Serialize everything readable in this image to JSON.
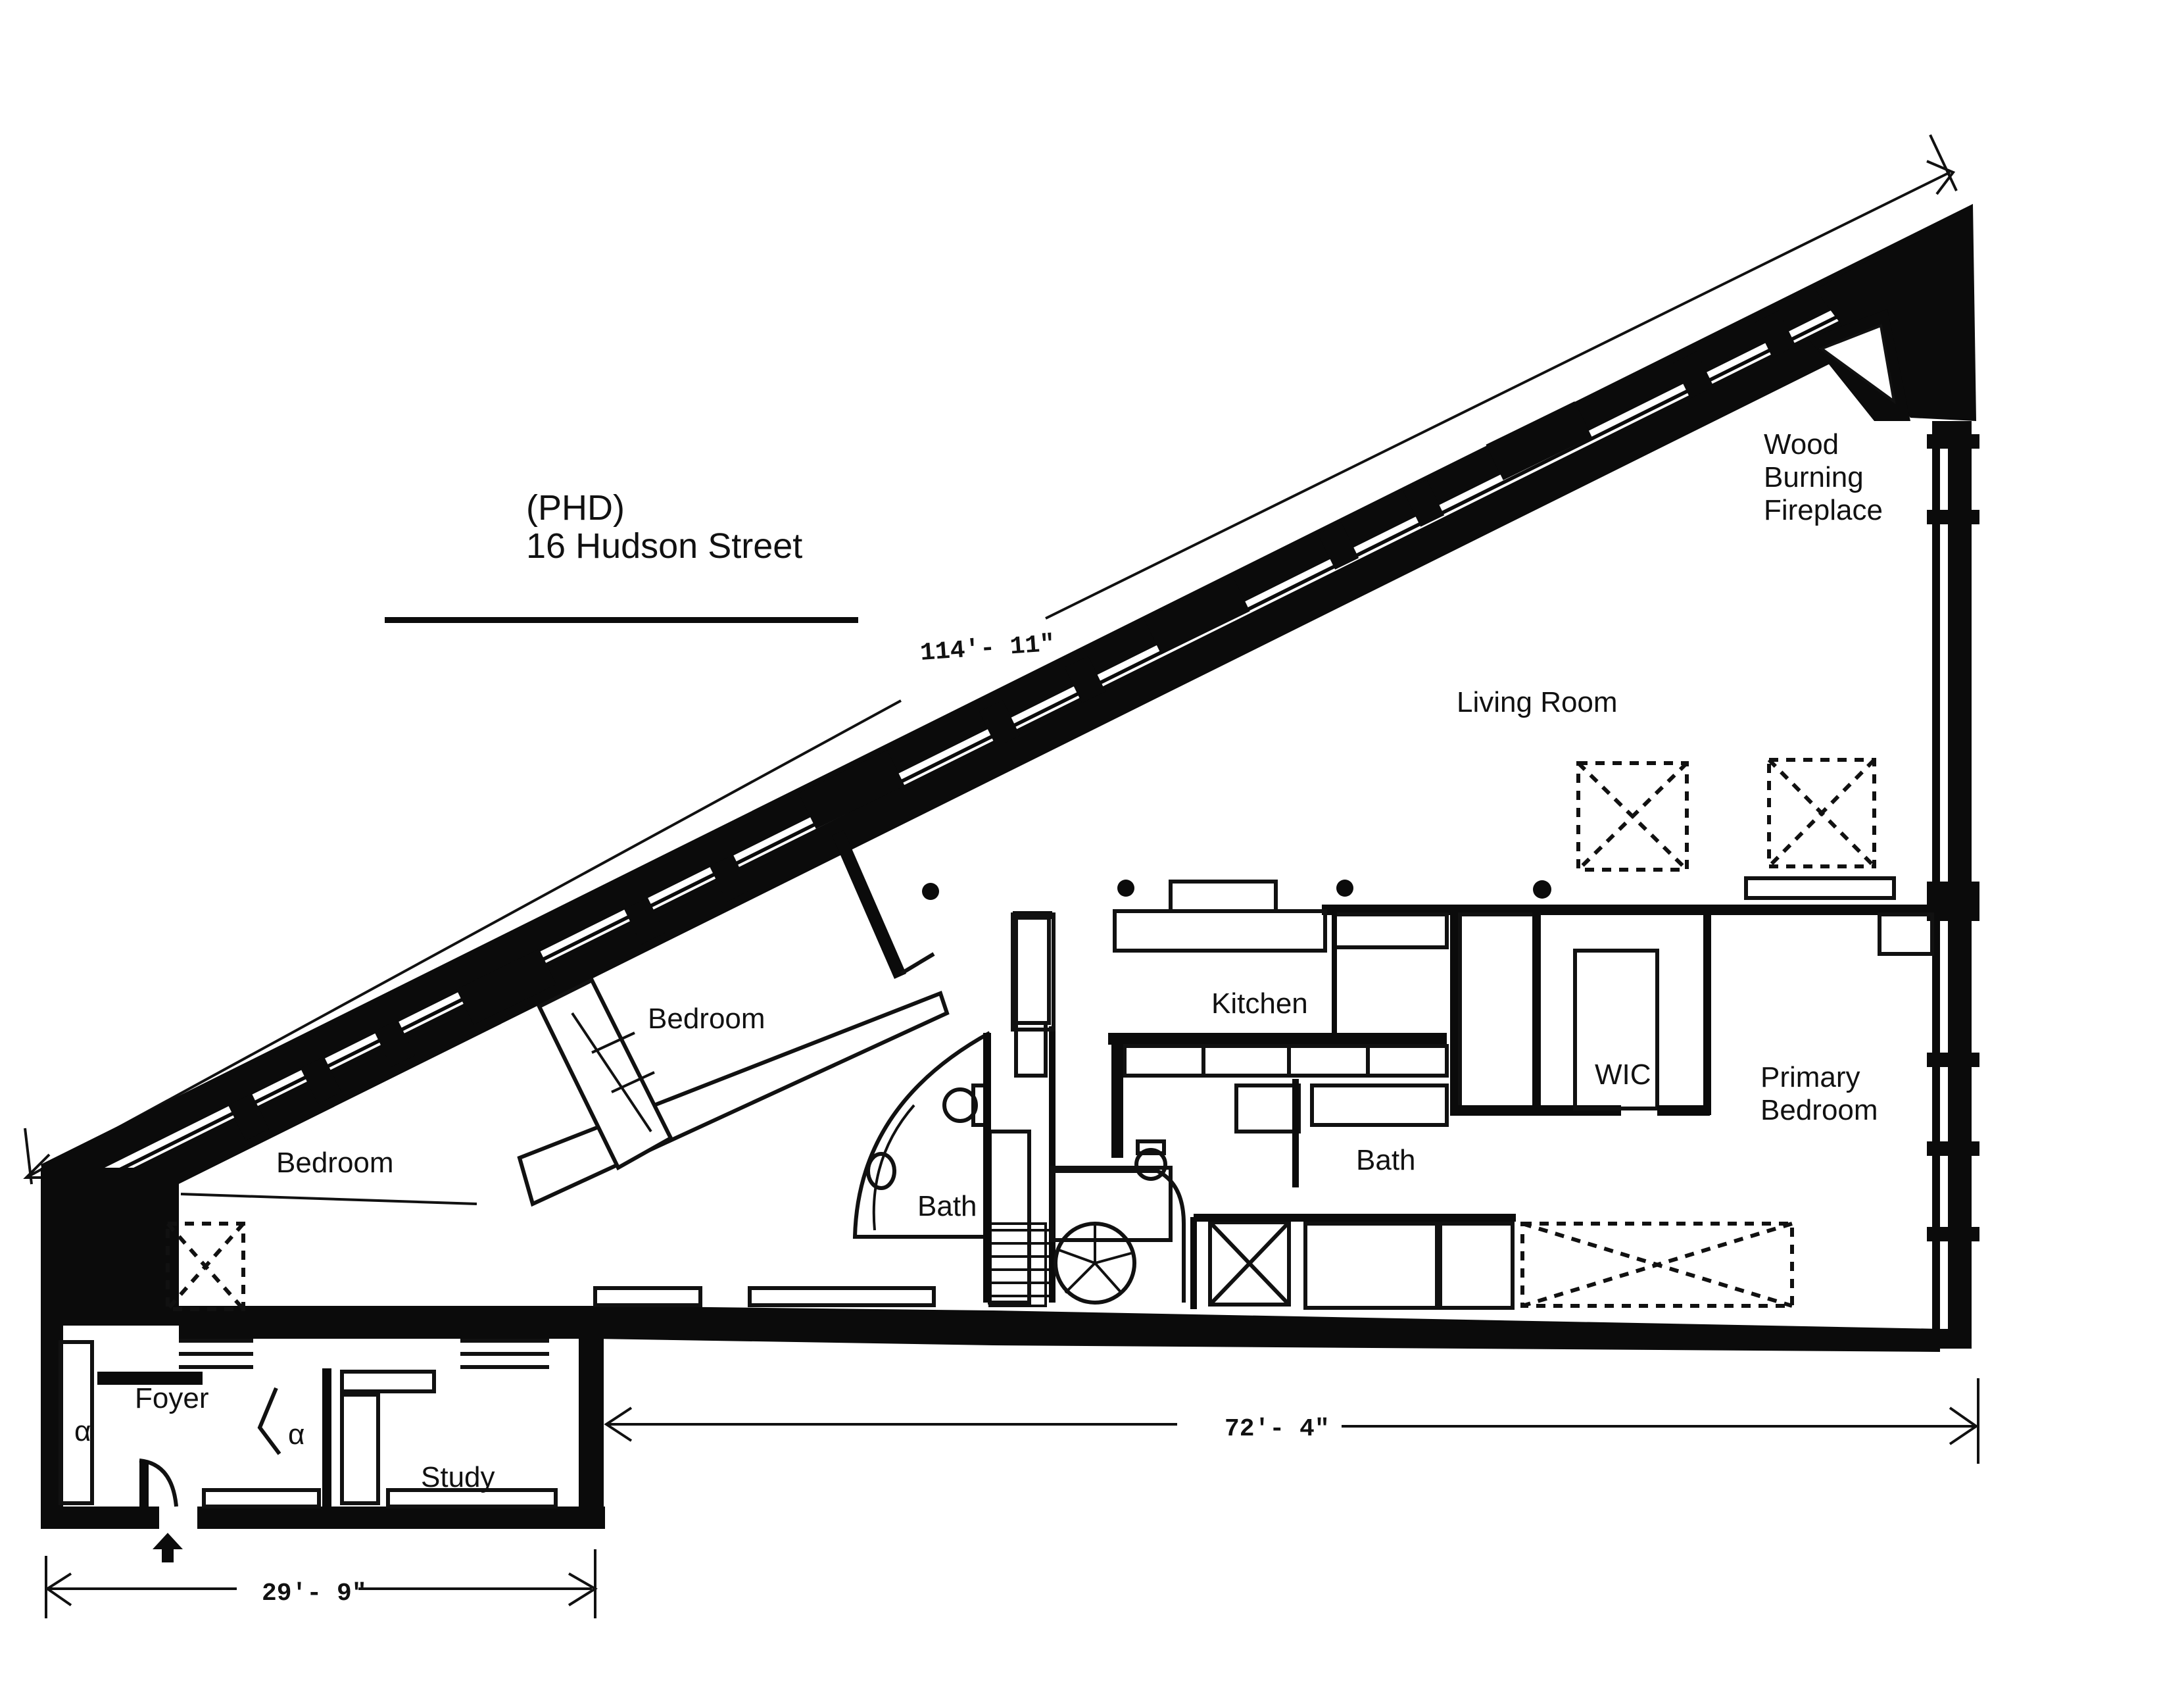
{
  "title": {
    "line1": "(PHD)",
    "line2": "16 Hudson Street"
  },
  "rooms": {
    "fireplace": [
      "Wood",
      "Burning",
      "Fireplace"
    ],
    "living_room": "Living Room",
    "kitchen": "Kitchen",
    "bedroom_upper": "Bedroom",
    "bedroom_lower": "Bedroom",
    "bath_left": "Bath",
    "bath_center": "Bath",
    "wic": "WIC",
    "primary_bedroom": [
      "Primary",
      "Bedroom"
    ],
    "foyer": "Foyer",
    "study": "Study"
  },
  "dimensions": {
    "diagonal": "114'- 11\"",
    "right_width": "72'- 4\"",
    "left_width": "29'- 9\""
  }
}
